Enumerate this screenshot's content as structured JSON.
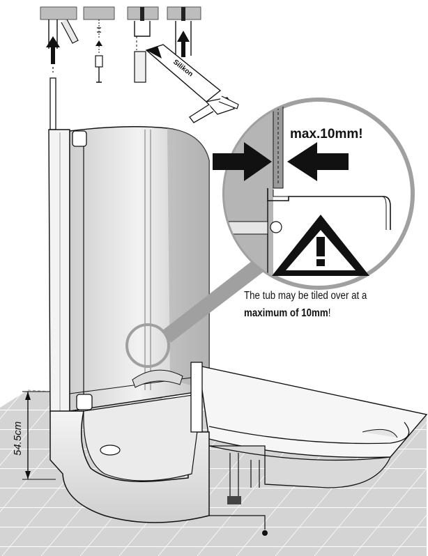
{
  "callout": {
    "max_label": "max.10mm!"
  },
  "caption": {
    "part1": "The tub may be tiled over at a",
    "bold": "maximum of 10mm",
    "part2": "!"
  },
  "dimension": {
    "height_label": "54.5cm"
  },
  "tool": {
    "cartridge_label": "Silikon"
  },
  "icons": [
    "warning-triangle-icon",
    "arrow-left-icon",
    "arrow-right-icon",
    "arrow-up-icon"
  ],
  "colors": {
    "line": "#1a1a1a",
    "glass": "#e6e6e6",
    "wall": "#b9b9b9",
    "floor": "#d3d3d3"
  }
}
